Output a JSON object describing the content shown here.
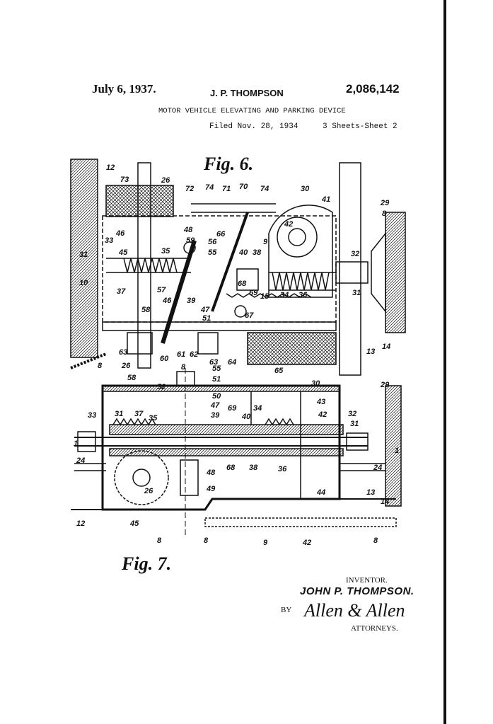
{
  "header": {
    "date": "July 6, 1937.",
    "inventor": "J. P. THOMPSON",
    "patent_number": "2,086,142",
    "title": "MOTOR VEHICLE ELEVATING AND PARKING DEVICE",
    "filed": "Filed Nov. 28, 1934",
    "sheets": "3 Sheets-Sheet 2"
  },
  "figures": {
    "fig6_label": "Fig. 6.",
    "fig7_label": "Fig. 7."
  },
  "signature_block": {
    "inventor_label": "INVENTOR.",
    "inventor_name": "JOHN P. THOMPSON.",
    "by": "BY",
    "attorney_signature": "Allen & Allen",
    "attorneys_label": "ATTORNEYS."
  },
  "reference_numerals": [
    "12",
    "73",
    "26",
    "72",
    "74",
    "71",
    "70",
    "74",
    "30",
    "41",
    "29",
    "8",
    "46",
    "48",
    "59",
    "66",
    "42",
    "9",
    "40",
    "38",
    "33",
    "45",
    "35",
    "56",
    "55",
    "32",
    "31",
    "10",
    "37",
    "57",
    "46",
    "39",
    "47",
    "68",
    "69",
    "15",
    "34",
    "36",
    "31",
    "58",
    "51",
    "67",
    "14",
    "13",
    "63",
    "8",
    "26",
    "60",
    "61",
    "62",
    "63",
    "64",
    "65",
    "8",
    "55",
    "58",
    "51",
    "30",
    "29",
    "52",
    "50",
    "43",
    "33",
    "31",
    "37",
    "35",
    "47",
    "69",
    "34",
    "39",
    "40",
    "42",
    "32",
    "31",
    "1",
    "1",
    "24",
    "68",
    "38",
    "36",
    "24",
    "48",
    "26",
    "49",
    "44",
    "13",
    "14",
    "12",
    "45",
    "8",
    "8",
    "9",
    "42",
    "8"
  ]
}
